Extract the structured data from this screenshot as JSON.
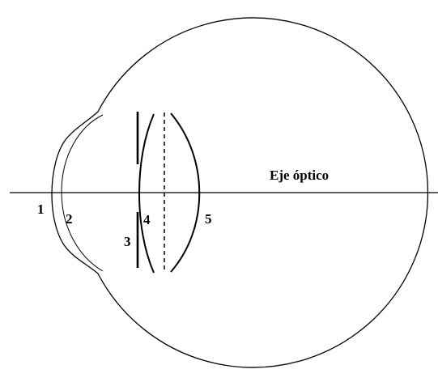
{
  "diagram": {
    "axis_label": "Eje óptico",
    "labels": {
      "one": "1",
      "two": "2",
      "three": "3",
      "four": "4",
      "five": "5"
    }
  },
  "colors": {
    "line": "#000000",
    "background": "#ffffff"
  }
}
